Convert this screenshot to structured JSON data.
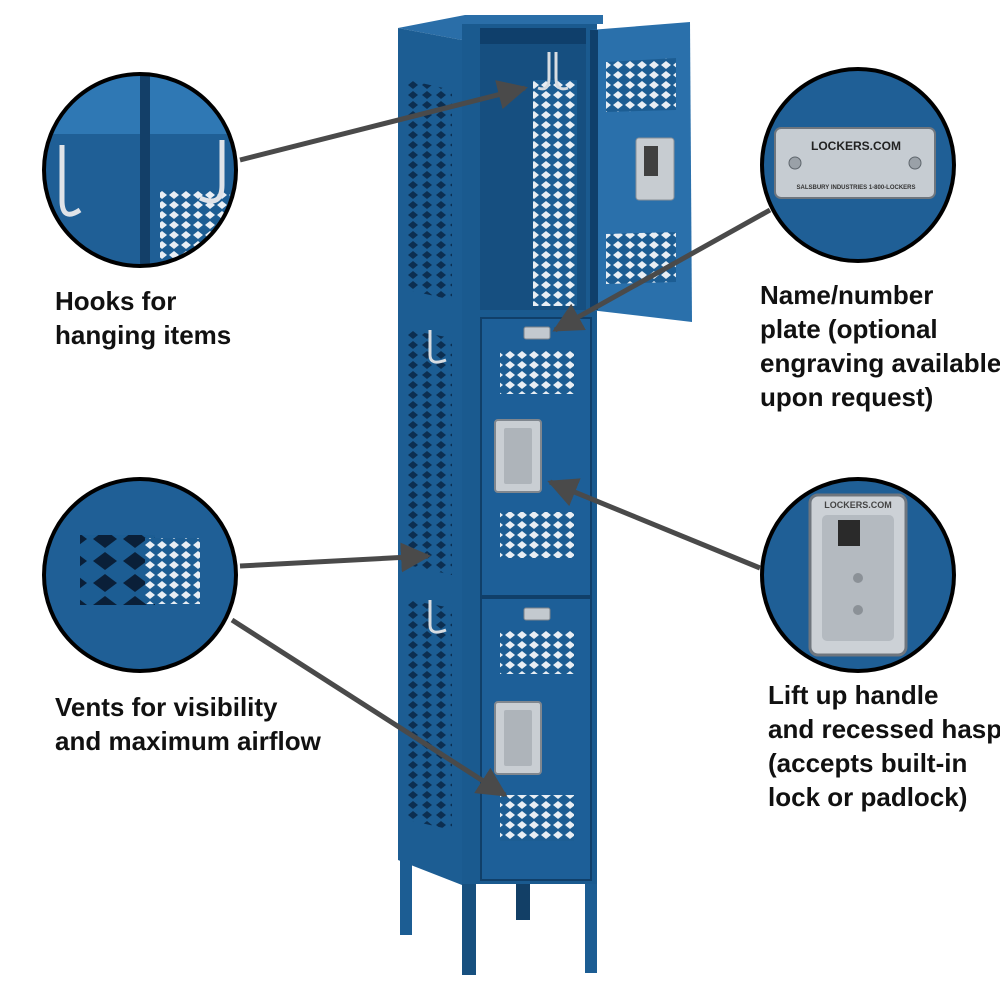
{
  "colors": {
    "locker_blue": "#1c5d93",
    "locker_dark": "#0f3f6b",
    "locker_light": "#2f78b4",
    "arrow": "#4a4a4a",
    "text": "#111111"
  },
  "callouts": {
    "hooks": {
      "lines": [
        "Hooks for",
        "hanging items"
      ]
    },
    "nameplate": {
      "lines": [
        "Name/number",
        "plate (optional",
        "engraving available",
        "upon request)"
      ],
      "plate_brand": "LOCKERS.COM",
      "plate_footer": "SALSBURY INDUSTRIES  1-800-LOCKERS"
    },
    "vents": {
      "lines": [
        "Vents for visibility",
        "and maximum airflow"
      ]
    },
    "handle": {
      "lines": [
        "Lift up handle",
        "and recessed hasp",
        "(accepts built-in",
        "lock or padlock)"
      ],
      "handle_brand": "LOCKERS.COM"
    }
  },
  "icons": [
    "hook-icon",
    "nameplate-icon",
    "vent-icon",
    "handle-icon",
    "arrow-icon"
  ]
}
